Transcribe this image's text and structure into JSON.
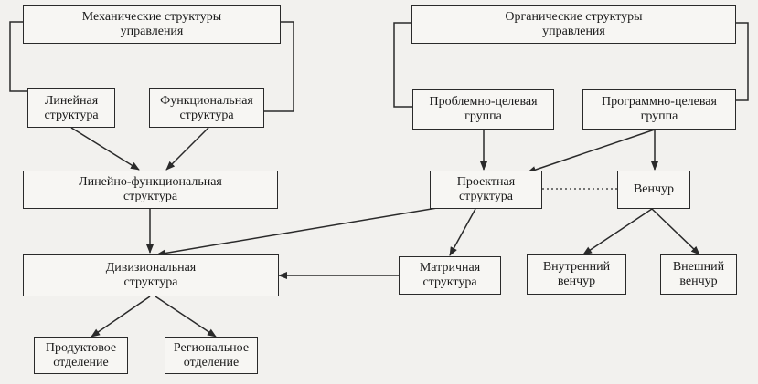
{
  "nodes": {
    "mech": {
      "lines": [
        "Механические структуры",
        "управления"
      ]
    },
    "org": {
      "lines": [
        "Органические структуры",
        "управления"
      ]
    },
    "linear": {
      "lines": [
        "Линейная",
        "структура"
      ]
    },
    "functional": {
      "lines": [
        "Функциональная",
        "структура"
      ]
    },
    "problem": {
      "lines": [
        "Проблемно-целевая",
        "группа"
      ]
    },
    "program": {
      "lines": [
        "Программно-целевая",
        "группа"
      ]
    },
    "linfunc": {
      "lines": [
        "Линейно-функциональная",
        "структура"
      ]
    },
    "project": {
      "lines": [
        "Проектная",
        "структура"
      ]
    },
    "venture": {
      "lines": [
        "Венчур"
      ]
    },
    "divisional": {
      "lines": [
        "Дивизиональная",
        "структура"
      ]
    },
    "matrix": {
      "lines": [
        "Матричная",
        "структура"
      ]
    },
    "inner_venture": {
      "lines": [
        "Внутренний",
        "венчур"
      ]
    },
    "outer_venture": {
      "lines": [
        "Внешний",
        "венчур"
      ]
    },
    "product": {
      "lines": [
        "Продуктовое",
        "отделение"
      ]
    },
    "regional": {
      "lines": [
        "Региональное",
        "отделение"
      ]
    }
  },
  "edges": [
    {
      "from": "linear",
      "to": "linfunc",
      "type": "arrow"
    },
    {
      "from": "functional",
      "to": "linfunc",
      "type": "arrow"
    },
    {
      "from": "problem",
      "to": "project",
      "type": "arrow"
    },
    {
      "from": "program",
      "to": "project",
      "type": "arrow"
    },
    {
      "from": "program",
      "to": "venture",
      "type": "arrow"
    },
    {
      "from": "linfunc",
      "to": "divisional",
      "type": "arrow"
    },
    {
      "from": "project",
      "to": "divisional",
      "type": "arrow"
    },
    {
      "from": "project",
      "to": "matrix",
      "type": "arrow"
    },
    {
      "from": "matrix",
      "to": "divisional",
      "type": "arrow"
    },
    {
      "from": "venture",
      "to": "inner_venture",
      "type": "arrow"
    },
    {
      "from": "venture",
      "to": "outer_venture",
      "type": "arrow"
    },
    {
      "from": "divisional",
      "to": "product",
      "type": "arrow"
    },
    {
      "from": "divisional",
      "to": "regional",
      "type": "arrow"
    },
    {
      "from": "project",
      "to": "venture",
      "type": "dotted"
    },
    {
      "from": "mech",
      "to": "linear",
      "type": "bracket"
    },
    {
      "from": "mech",
      "to": "functional",
      "type": "bracket"
    },
    {
      "from": "org",
      "to": "problem",
      "type": "bracket"
    },
    {
      "from": "org",
      "to": "program",
      "type": "bracket"
    }
  ]
}
